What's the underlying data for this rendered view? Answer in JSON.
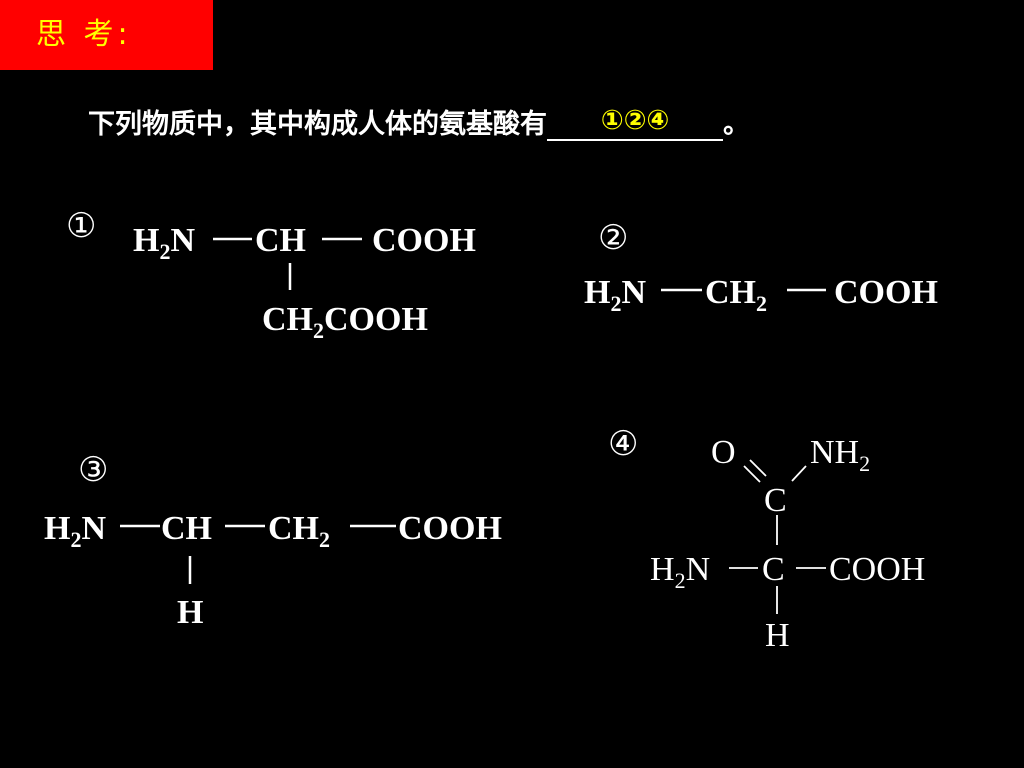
{
  "header": {
    "tag": "思 考:"
  },
  "question": {
    "text": "下列物质中，其中构成人体的氨基酸有",
    "answer": "①②④",
    "end": "。"
  },
  "structures": {
    "s1": {
      "number": "①",
      "h2n": "H2N",
      "ch": "CH",
      "cooh": "COOH",
      "side": "CH2COOH"
    },
    "s2": {
      "number": "②",
      "h2n": "H2N",
      "ch2": "CH2",
      "cooh": "COOH"
    },
    "s3": {
      "number": "③",
      "h2n": "H2N",
      "ch": "CH",
      "ch2": "CH2",
      "cooh": "COOH",
      "h": "H"
    },
    "s4": {
      "number": "④",
      "o": "O",
      "nh2": "NH2",
      "c_top": "C",
      "h2n": "H2N",
      "c_center": "C",
      "cooh": "COOH",
      "h": "H"
    }
  },
  "colors": {
    "tag_bg": "#ff0000",
    "tag_text": "#ffff00",
    "answer": "#ffff00",
    "background": "#000000"
  }
}
